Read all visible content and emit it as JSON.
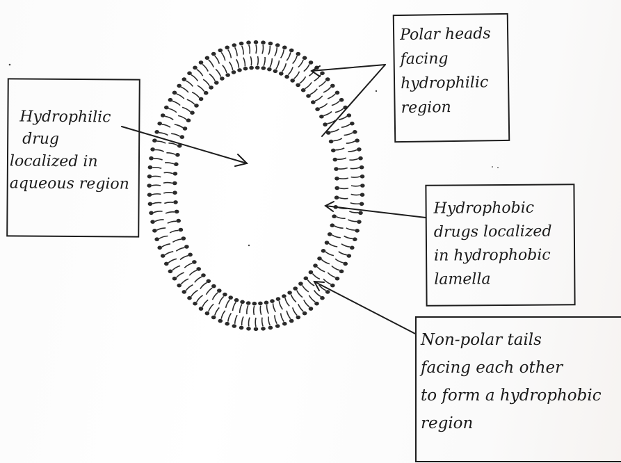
{
  "labels": {
    "hydrophilic": [
      "Hydrophilic",
      "drug",
      "localized in",
      "aqueous region"
    ],
    "polar_heads": [
      "Polar heads",
      "facing",
      "hydrophilic",
      "region"
    ],
    "hydrophobic": [
      "Hydrophobic",
      "drugs localized",
      "in hydrophobic",
      "lamella"
    ],
    "nonpolar_tails": [
      "Non-polar tails",
      "facing each other",
      "to form a hydrophobic",
      "region"
    ]
  },
  "colors": {
    "ink": "#1d1d1d",
    "phospholipid": "#2a2a2a"
  }
}
